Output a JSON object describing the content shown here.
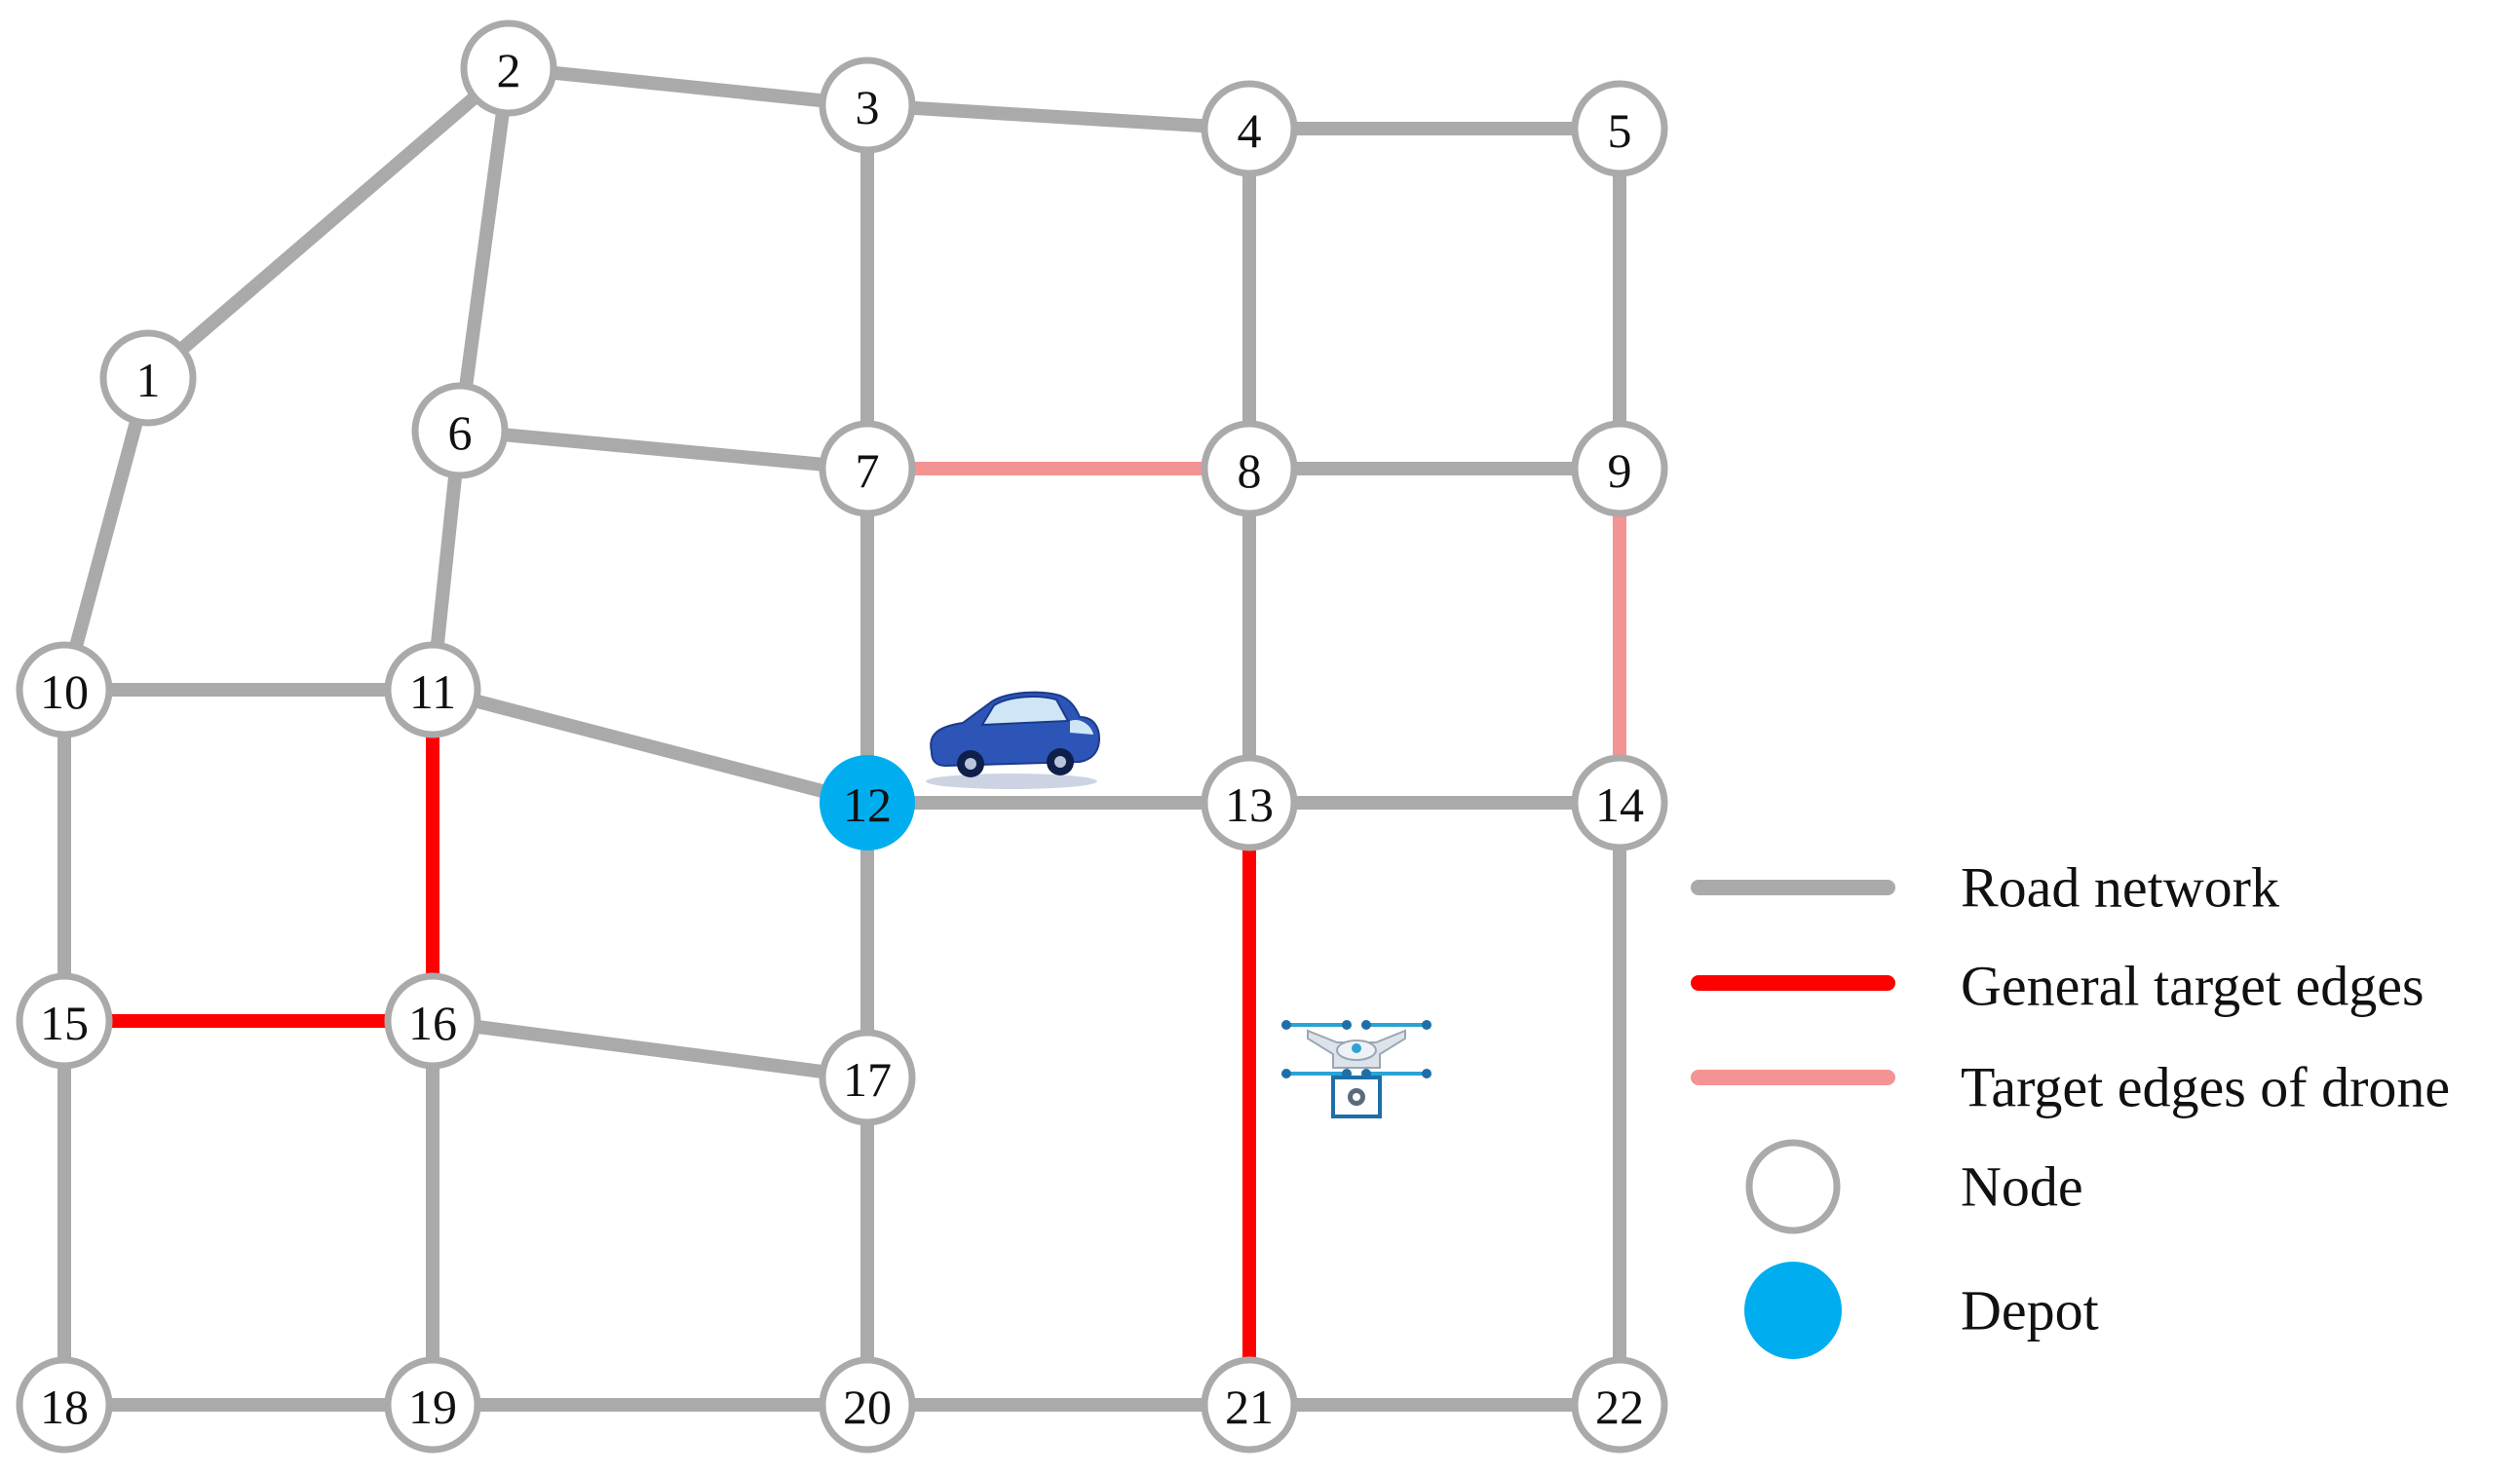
{
  "colors": {
    "road": "#aaaaaa",
    "general_target": "#ff0000",
    "drone_target": "#f49393",
    "node_fill": "#ffffff",
    "node_stroke": "#aaaaaa",
    "depot": "#00aeef",
    "vehicle_body": "#2d55b8",
    "vehicle_window": "#cfe6f7",
    "drone_body": "#dde3ea",
    "drone_accent": "#2aa3d6"
  },
  "nodes": [
    {
      "id": "1",
      "label": "1"
    },
    {
      "id": "2",
      "label": "2"
    },
    {
      "id": "3",
      "label": "3"
    },
    {
      "id": "4",
      "label": "4"
    },
    {
      "id": "5",
      "label": "5"
    },
    {
      "id": "6",
      "label": "6"
    },
    {
      "id": "7",
      "label": "7"
    },
    {
      "id": "8",
      "label": "8"
    },
    {
      "id": "9",
      "label": "9"
    },
    {
      "id": "10",
      "label": "10"
    },
    {
      "id": "11",
      "label": "11"
    },
    {
      "id": "12",
      "label": "12",
      "depot": true
    },
    {
      "id": "13",
      "label": "13"
    },
    {
      "id": "14",
      "label": "14"
    },
    {
      "id": "15",
      "label": "15"
    },
    {
      "id": "16",
      "label": "16"
    },
    {
      "id": "17",
      "label": "17"
    },
    {
      "id": "18",
      "label": "18"
    },
    {
      "id": "19",
      "label": "19"
    },
    {
      "id": "20",
      "label": "20"
    },
    {
      "id": "21",
      "label": "21"
    },
    {
      "id": "22",
      "label": "22"
    }
  ],
  "edges": [
    {
      "from": "1",
      "to": "2",
      "type": "road"
    },
    {
      "from": "1",
      "to": "10",
      "type": "road"
    },
    {
      "from": "2",
      "to": "3",
      "type": "road"
    },
    {
      "from": "2",
      "to": "6",
      "type": "road"
    },
    {
      "from": "3",
      "to": "4",
      "type": "road"
    },
    {
      "from": "3",
      "to": "7",
      "type": "road"
    },
    {
      "from": "4",
      "to": "5",
      "type": "road"
    },
    {
      "from": "4",
      "to": "8",
      "type": "road"
    },
    {
      "from": "5",
      "to": "9",
      "type": "road"
    },
    {
      "from": "6",
      "to": "7",
      "type": "road"
    },
    {
      "from": "6",
      "to": "11",
      "type": "road"
    },
    {
      "from": "7",
      "to": "8",
      "type": "drone"
    },
    {
      "from": "7",
      "to": "12",
      "type": "road"
    },
    {
      "from": "8",
      "to": "9",
      "type": "road"
    },
    {
      "from": "8",
      "to": "13",
      "type": "road"
    },
    {
      "from": "9",
      "to": "14",
      "type": "drone"
    },
    {
      "from": "10",
      "to": "11",
      "type": "road"
    },
    {
      "from": "10",
      "to": "15",
      "type": "road"
    },
    {
      "from": "11",
      "to": "12",
      "type": "road"
    },
    {
      "from": "11",
      "to": "16",
      "type": "general"
    },
    {
      "from": "12",
      "to": "13",
      "type": "road"
    },
    {
      "from": "12",
      "to": "17",
      "type": "road"
    },
    {
      "from": "13",
      "to": "14",
      "type": "road"
    },
    {
      "from": "13",
      "to": "21",
      "type": "general"
    },
    {
      "from": "14",
      "to": "22",
      "type": "road"
    },
    {
      "from": "15",
      "to": "16",
      "type": "general"
    },
    {
      "from": "15",
      "to": "18",
      "type": "road"
    },
    {
      "from": "16",
      "to": "17",
      "type": "road"
    },
    {
      "from": "16",
      "to": "19",
      "type": "road"
    },
    {
      "from": "17",
      "to": "20",
      "type": "road"
    },
    {
      "from": "18",
      "to": "19",
      "type": "road"
    },
    {
      "from": "19",
      "to": "20",
      "type": "road"
    },
    {
      "from": "20",
      "to": "21",
      "type": "road"
    },
    {
      "from": "21",
      "to": "22",
      "type": "road"
    }
  ],
  "legend": {
    "road_network": "Road network",
    "general_target_edges": "General target edges",
    "drone_target_edges": "Target edges of drone",
    "node": "Node",
    "depot": "Depot"
  },
  "icons": {
    "vehicle": "car-icon",
    "drone": "drone-icon"
  }
}
